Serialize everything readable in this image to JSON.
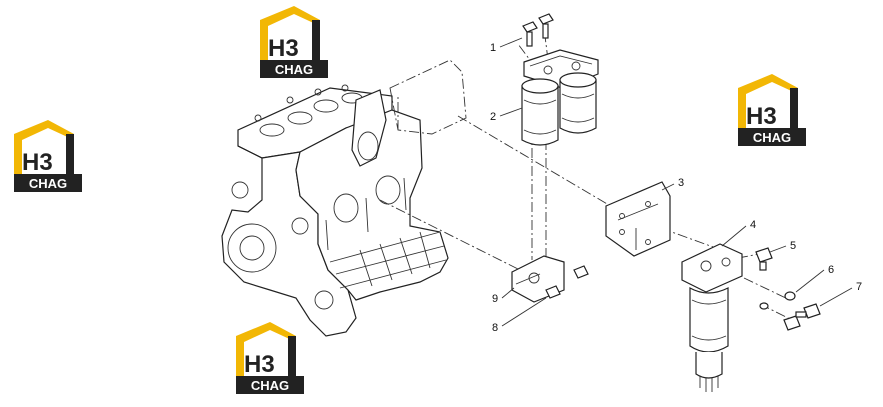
{
  "brand": {
    "logo_text": "H3",
    "logo_subtext": "CHAG",
    "color_gold": "#f2b705",
    "color_dark": "#222222"
  },
  "callouts": [
    {
      "number": "1"
    },
    {
      "number": "2"
    },
    {
      "number": "3"
    },
    {
      "number": "4"
    },
    {
      "number": "5"
    },
    {
      "number": "6"
    },
    {
      "number": "7"
    },
    {
      "number": "8"
    },
    {
      "number": "9"
    }
  ]
}
